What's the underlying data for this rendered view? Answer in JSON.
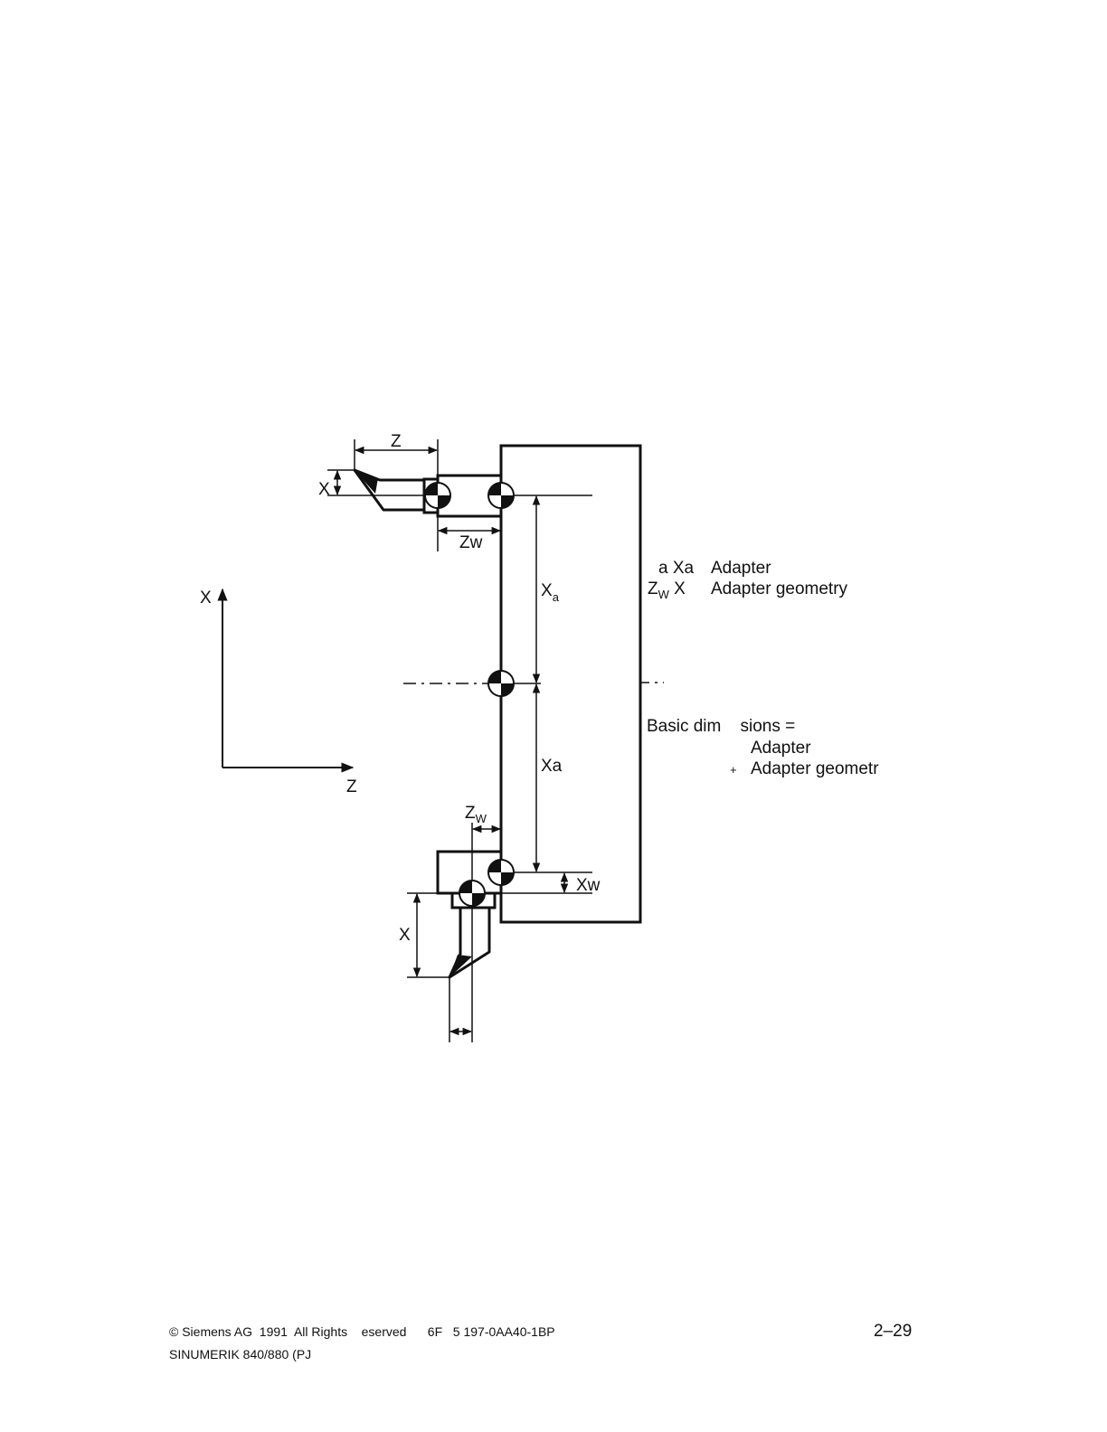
{
  "diagram": {
    "top_tool": {
      "z_label": "Z",
      "x_label": "X",
      "zw_label": "Zw"
    },
    "bottom_tool": {
      "zw_label": "Z",
      "zw_sub": "W",
      "xw_label": "Xw",
      "x_label": "X"
    },
    "dimensions": {
      "xa_upper": "X",
      "xa_upper_sub": "a",
      "xa_lower": "Xa"
    },
    "axes": {
      "x_label": "X",
      "z_label": "Z"
    },
    "legend": {
      "line1_symbols": "a Xa",
      "line1_text": "Adapter",
      "line2_symbol_z": "Z",
      "line2_symbol_sub": "W",
      "line2_symbol_x": " X",
      "line2_text": "Adapter geometry"
    },
    "formula": {
      "line1": "Basic dim    sions =",
      "line2": "Adapter",
      "plus": "+",
      "line3": "Adapter geometr"
    }
  },
  "footer": {
    "line1": "© Siemens AG  1991  All Rights    eserved      6F   5 197-0AA40-1BP",
    "line2": "SINUMERIK 840/880 (PJ",
    "page_number": "2–29"
  }
}
